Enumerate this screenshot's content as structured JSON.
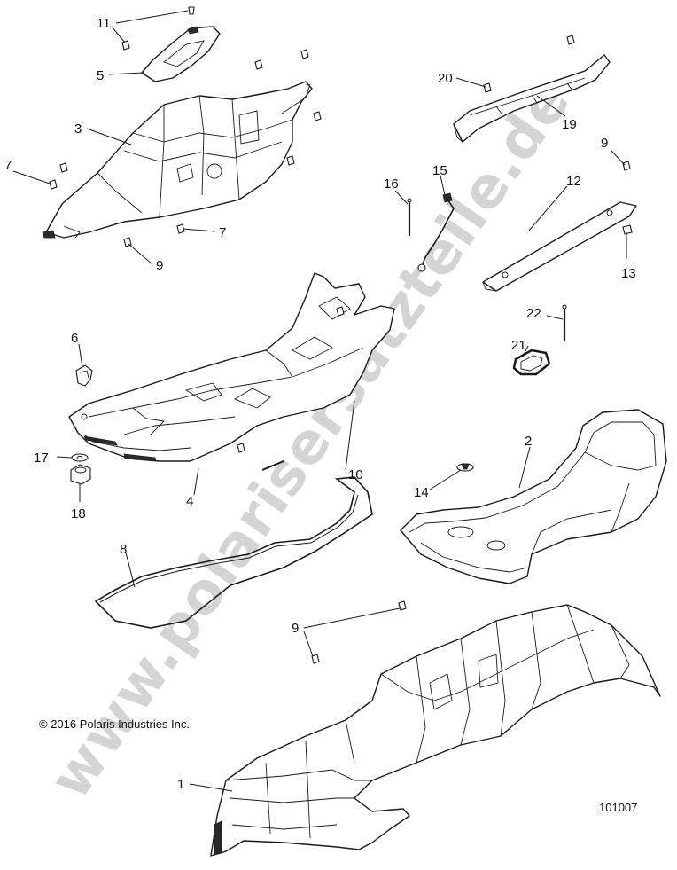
{
  "watermark": "www.polarisersatzteile.de",
  "copyright": "© 2016 Polaris Industries Inc.",
  "diagram_id": "101007",
  "callouts": {
    "c1": "1",
    "c2": "2",
    "c3": "3",
    "c4": "4",
    "c5": "5",
    "c6": "6",
    "c7a": "7",
    "c7b": "7",
    "c8": "8",
    "c9a": "9",
    "c9b": "9",
    "c9c": "9",
    "c10": "10",
    "c11": "11",
    "c12": "12",
    "c13": "13",
    "c14": "14",
    "c15": "15",
    "c16": "16",
    "c17": "17",
    "c18": "18",
    "c19": "19",
    "c20": "20",
    "c21": "21",
    "c22": "22"
  }
}
